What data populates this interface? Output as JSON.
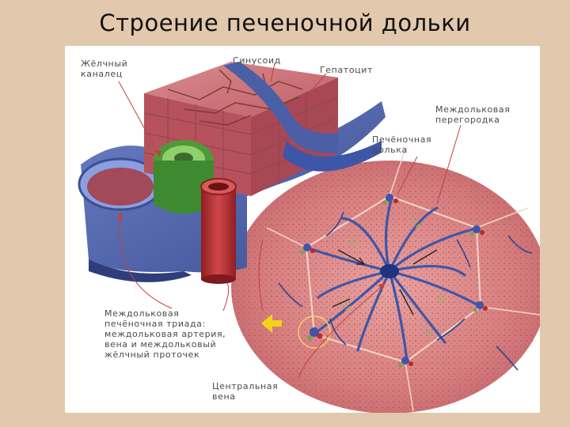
{
  "slide": {
    "title": "Строение печеночной  дольки"
  },
  "figure": {
    "labels": {
      "bile_canaliculus": "Жёлчный\nканалец",
      "sinusoid": "Синусоид",
      "hepatocyte": "Гепатоцит",
      "interlobular_septum": "Междольковая\nперегородка",
      "hepatic_lobule": "Печёночная\nдолька",
      "portal_triad": "Междольковая\nпечёночная триада:\nмеждольковая артерия,\nвена и междольковый\nжёлчный проточек",
      "central_vein": "Центральная\nвена"
    }
  },
  "colors": {
    "slide_background": "#e2c8ac",
    "hepatocyte_tissue": "#c9636f",
    "vein_blue": "#4a5fa6",
    "artery_red": "#b72a2d",
    "bile_duct_green": "#6ea84c",
    "lobule_pink": "#d98585",
    "pointer_arrow": "#f4d21c"
  }
}
